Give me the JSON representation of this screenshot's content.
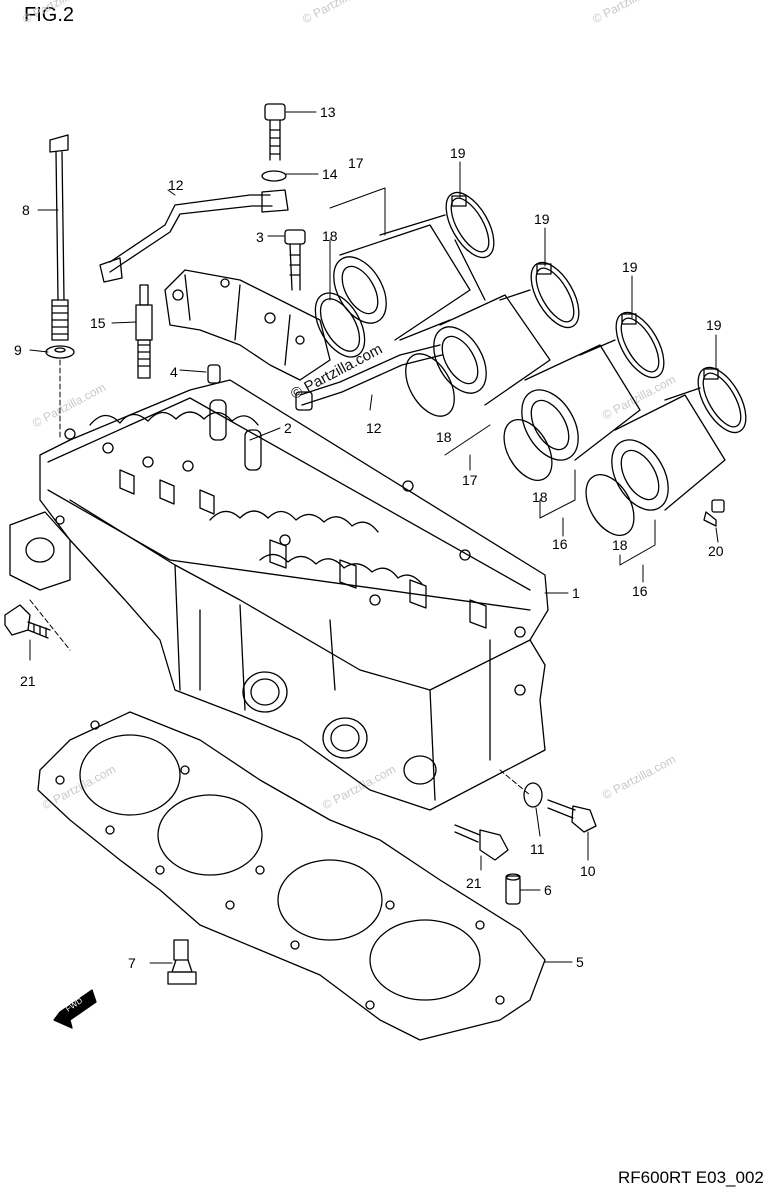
{
  "figure_title": "FIG.2",
  "reference_code": "RF600RT E03_002",
  "watermark_text": "© Partzilla.com",
  "watermark_faint": [
    "© Partzilla",
    "© Partzilla.com",
    "© Partzilla.com",
    "© Partzilla.com",
    "© Partzilla.com",
    "© Partzilla.com",
    "© Partzilla.com",
    "© Partzilla"
  ],
  "callouts": {
    "c1": "1",
    "c2": "2",
    "c3": "3",
    "c4": "4",
    "c5": "5",
    "c6": "6",
    "c7": "7",
    "c8": "8",
    "c9": "9",
    "c10": "10",
    "c11": "11",
    "c12a": "12",
    "c12b": "12",
    "c13": "13",
    "c14": "14",
    "c15": "15",
    "c16a": "16",
    "c16b": "16",
    "c17a": "17",
    "c17b": "17",
    "c18a": "18",
    "c18b": "18",
    "c18c": "18",
    "c18d": "18",
    "c19a": "19",
    "c19b": "19",
    "c19c": "19",
    "c19d": "19",
    "c20": "20",
    "c21a": "21",
    "c21b": "21"
  },
  "fwd_label": "FWD"
}
